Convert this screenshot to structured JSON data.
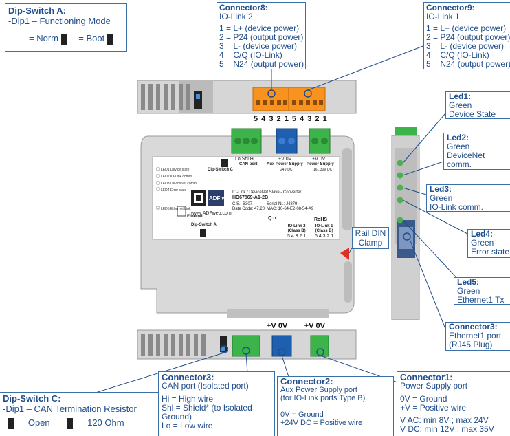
{
  "dipA": {
    "title": "Dip-Switch A:",
    "line1": "-Dip1 – Functioning Mode",
    "norm": "= Norm",
    "boot": "= Boot"
  },
  "conn8": {
    "title": "Connector8:",
    "sub": "IO-Link 2",
    "lines": [
      "1 = L+ (device power)",
      "2 = P24 (output power)",
      "3 = L- (device power)",
      "4 = C/Q (IO-Link)",
      "5 = N24 (output power)"
    ]
  },
  "conn9": {
    "title": "Connector9:",
    "sub": "IO-Link 1",
    "lines": [
      "1 = L+ (device power)",
      "2 = P24 (output power)",
      "3 = L- (device power)",
      "4 = C/Q (IO-Link)",
      "5 = N24 (output power)"
    ]
  },
  "pins_top": "5 4 3 2 1  5 4 3 2 1",
  "led1": {
    "title": "Led1:",
    "lines": [
      "Green",
      "Device State"
    ]
  },
  "led2": {
    "title": "Led2:",
    "lines": [
      "Green",
      "DeviceNet",
      "comm."
    ]
  },
  "led3": {
    "title": "Led3:",
    "lines": [
      "Green",
      "IO-Link comm."
    ]
  },
  "led4": {
    "title": "Led4:",
    "lines": [
      "Green",
      "Error state"
    ]
  },
  "led5": {
    "title": "Led5:",
    "lines": [
      "Green",
      "Ethernet1 Tx"
    ]
  },
  "conn3r": {
    "title": "Connector3:",
    "lines": [
      "Ethernet1 port",
      "(RJ45 Plug)"
    ]
  },
  "rail": {
    "l1": "Rail DIN",
    "l2": "Clamp"
  },
  "label": {
    "led_list": [
      "LED1 Device state",
      "LED2 IO-Link comm.",
      "LED3 DeviceNet comm.",
      "LED4 Error state",
      "LED5 Ethernet Link"
    ],
    "ethernet": "Ethernet",
    "can_pins": "Lo  Shl  Hi",
    "can_port": "CAN port",
    "dipc": "Dip-Switch C",
    "aux_pins": "+V   0V",
    "aux": "Aux Power Supply",
    "aux_v": "24V DC",
    "ps_pins": "+V   0V",
    "ps": "Power Supply",
    "ps_v": "16...30V DC",
    "product": "IO-Link / DeviceNet Slave - Converter",
    "code": "HD67869-A1-2B",
    "cs": "C.S.: B307",
    "serial": "Serial Nr.: J4879",
    "date": "Date Code: 47.20",
    "mac": "MAC: 10-64-E2-08-54-A9",
    "web": "www.ADFweb.com",
    "qn": "Q.n.",
    "dipa": "Dip-Switch A",
    "iol2": "IO-Link 2",
    "iol1": "IO-Link 1",
    "classb": "(Class B)",
    "pins5": "5 4 3 2 1",
    "logo": "ADF web",
    "rohs": "RoHS"
  },
  "pins_bot": "+V 0V        +V 0V",
  "dipC": {
    "title": "Dip-Switch C:",
    "line1": "-Dip1 – CAN Termination Resistor",
    "open": "= Open",
    "ohm": "= 120 Ohm"
  },
  "conn3b": {
    "title": "Connector3:",
    "lines": [
      "CAN port (Isolated port)",
      "",
      "Hi = High wire",
      "Shl = Shield* (to Isolated",
      "Ground)",
      "Lo = Low wire"
    ]
  },
  "conn2": {
    "title": "Connector2:",
    "lines": [
      "Aux Power Supply port",
      "(for IO-Link ports Type B)",
      "",
      "0V = Ground",
      "+24V DC = Positive wire"
    ]
  },
  "conn1": {
    "title": "Connector1:",
    "lines": [
      "Power Supply port",
      "",
      "0V = Ground",
      "+V = Positive wire",
      "",
      "V AC: min 8V ; max 24V",
      "V DC: min 12V ; max 35V"
    ]
  },
  "colors": {
    "accent": "#1f4e8c",
    "border": "#3a6fa8",
    "orange": "#f7931e",
    "green": "#3cb44a",
    "blue": "#1f5fb0",
    "housing": "#d4d4d4",
    "led": "#4caf50"
  }
}
